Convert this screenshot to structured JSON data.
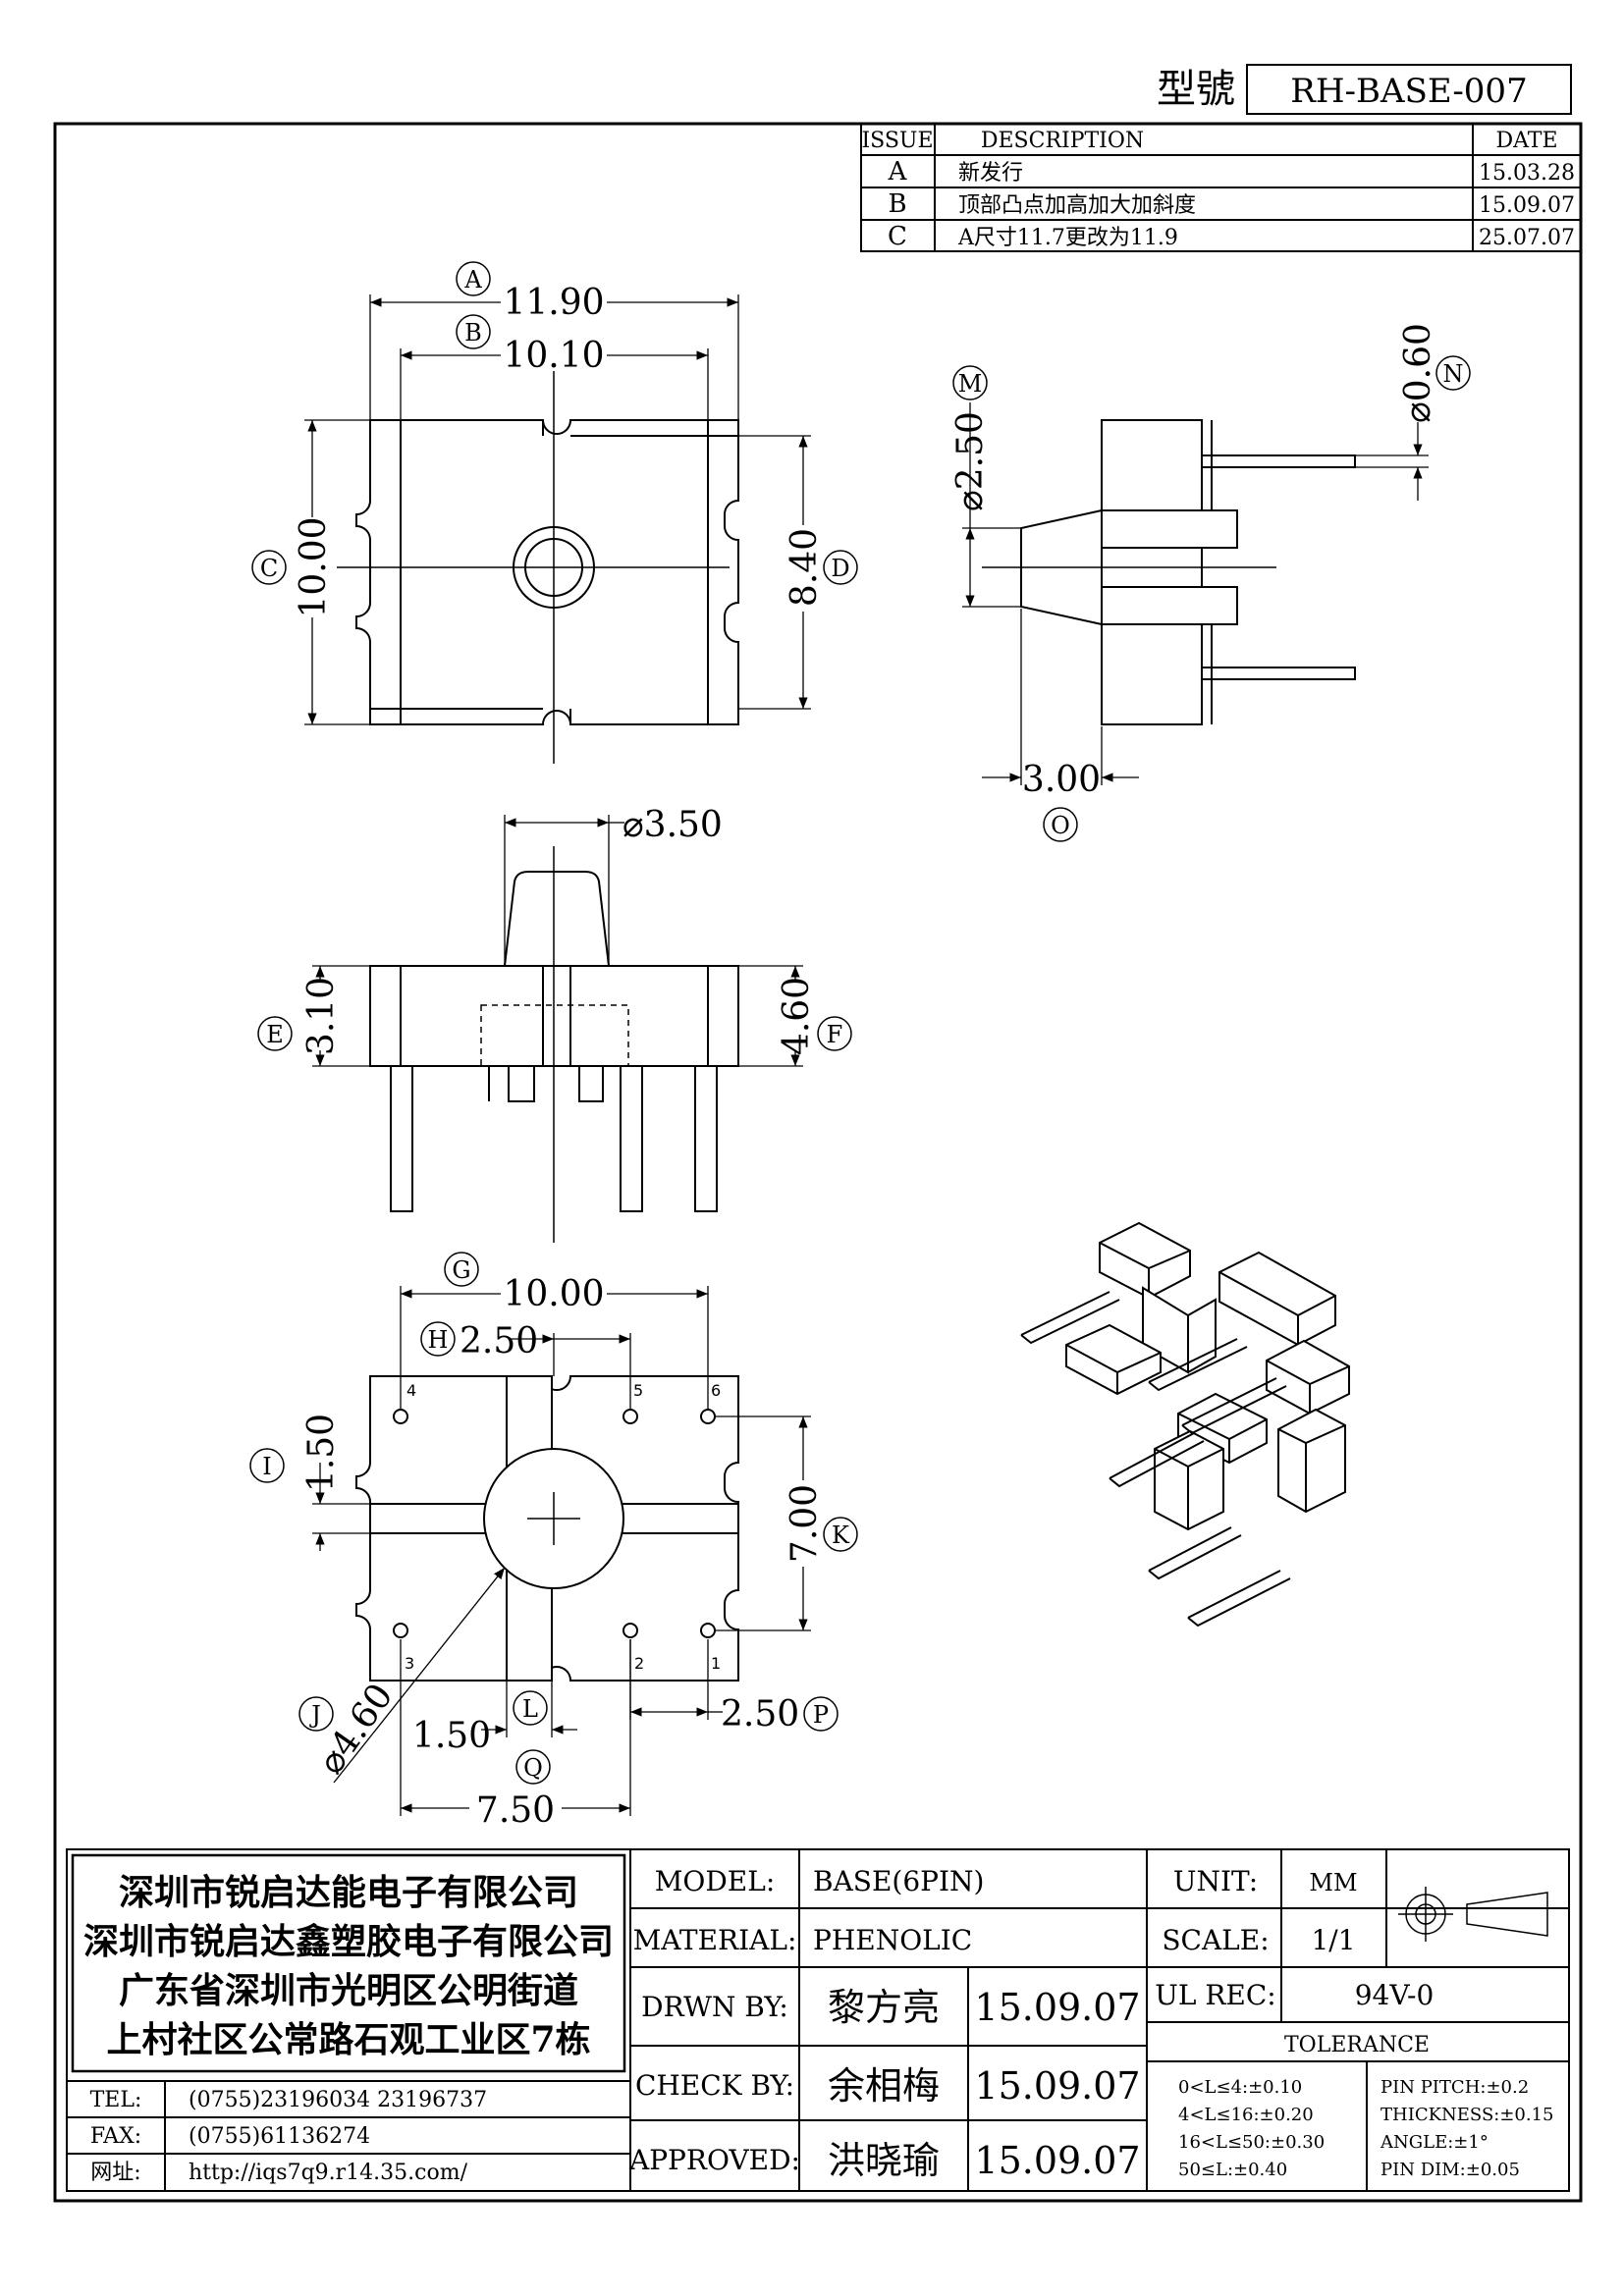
{
  "header": {
    "model_label": "型號",
    "model_no": "RH-BASE-007"
  },
  "revisions": {
    "headers": {
      "issue": "ISSUE",
      "description": "DESCRIPTION",
      "date": "DATE"
    },
    "rows": [
      {
        "issue": "A",
        "description": "新发行",
        "date": "15.03.28"
      },
      {
        "issue": "B",
        "description": "顶部凸点加高加大加斜度",
        "date": "15.09.07"
      },
      {
        "issue": "C",
        "description": "A尺寸11.7更改为11.9",
        "date": "25.07.07"
      }
    ]
  },
  "dimensions": {
    "A": "11.90",
    "B": "10.10",
    "C": "10.00",
    "D": "8.40",
    "M": "⌀2.50",
    "N": "⌀0.60",
    "O": "3.00",
    "dia_top": "⌀3.50",
    "E": "3.10",
    "F": "4.60",
    "G": "10.00",
    "H": "2.50",
    "I": "1.50",
    "K": "7.00",
    "J": "⌀4.60",
    "L": "1.50",
    "P": "2.50",
    "Q": "7.50"
  },
  "callouts": [
    "A",
    "B",
    "C",
    "D",
    "E",
    "F",
    "G",
    "H",
    "I",
    "J",
    "K",
    "L",
    "M",
    "N",
    "O",
    "P",
    "Q"
  ],
  "pins": [
    "1",
    "2",
    "3",
    "4",
    "5",
    "6"
  ],
  "company": {
    "name1": "深圳市锐启达能电子有限公司",
    "name2": "深圳市锐启达鑫塑胶电子有限公司",
    "addr1": "广东省深圳市光明区公明街道",
    "addr2": "上村社区公常路石观工业区7栋"
  },
  "contact": {
    "tel_label": "TEL:",
    "tel": "(0755)23196034   23196737",
    "fax_label": "FAX:",
    "fax": "(0755)61136274",
    "web_label": "网址:",
    "web": "http://iqs7q9.r14.35.com/"
  },
  "title_block": {
    "model_label": "MODEL:",
    "model": "BASE(6PIN)",
    "material_label": "MATERIAL:",
    "material": "PHENOLIC",
    "drawn_label": "DRWN BY:",
    "drawn_name": "黎方亮",
    "drawn_date": "15.09.07",
    "check_label": "CHECK BY:",
    "check_name": "余相梅",
    "check_date": "15.09.07",
    "approved_label": "APPROVED:",
    "approved_name": "洪晓瑜",
    "approved_date": "15.09.07",
    "unit_label": "UNIT:",
    "unit": "MM",
    "scale_label": "SCALE:",
    "scale": "1/1",
    "ul_label": "UL REC:",
    "ul": "94V-0",
    "tolerance_label": "TOLERANCE",
    "tol_left": [
      "0<L≤4:±0.10",
      "4<L≤16:±0.20",
      "16<L≤50:±0.30",
      "50≤L:±0.40"
    ],
    "tol_right": [
      "PIN PITCH:±0.2",
      "THICKNESS:±0.15",
      "ANGLE:±1°",
      "PIN DIM:±0.05"
    ]
  }
}
